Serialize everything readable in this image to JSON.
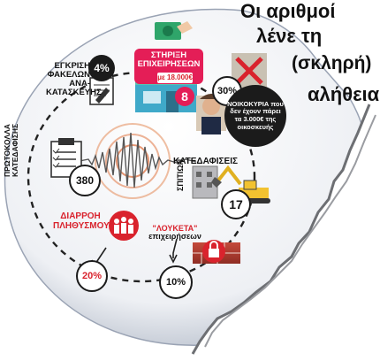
{
  "title": {
    "line1": "Οι αριθμοί",
    "line2": "λένε τη",
    "line3": "(σκληρή)",
    "line4": "αλήθεια"
  },
  "items": {
    "approval": {
      "label_lines": [
        "ΕΓΚΡΙΣΗ",
        "ΦΑΚΕΛΩΝ",
        "ΑΝΑ-",
        "ΚΑΤΑΣΚΕΥΗΣ"
      ],
      "value": "4%"
    },
    "support": {
      "label_lines": [
        "ΣΤΗΡΙΞΗ",
        "ΕΠΙΧΕΙΡΗΣΕΩΝ"
      ],
      "amount": "με 18.000€",
      "value": "8"
    },
    "households": {
      "value": "30%",
      "label_lines": [
        "ΝΟΙΚΟΚΥΡΙΑ που",
        "δεν έχουν πάρει",
        "τα 3.000€ της",
        "οικοσκευής"
      ]
    },
    "protocols": {
      "label_lines": [
        "ΠΡΩΤΟΚΟΛΛΑ",
        "ΚΑΤΕΔΑΦΙΣΗΣ"
      ],
      "value": "380"
    },
    "demolitions": {
      "label_lines": [
        "ΚΑΤΕΔΑΦΙΣΕΙΣ",
        "ΣΠΙΤΙΩΝ"
      ],
      "value": "17"
    },
    "population": {
      "label_lines": [
        "ΔΙΑΡΡΟΗ",
        "ΠΛΗΘΥΣΜΟΥ"
      ],
      "value": "20%"
    },
    "closed": {
      "label_lines": [
        "\"ΛΟΥΚΕΤΑ\"",
        "επιχειρήσεων"
      ],
      "value": "10%"
    }
  },
  "colors": {
    "accent_red": "#d9232d",
    "dark_circle": "#1b1b1b",
    "globe_blue": "#aab3c2"
  },
  "icons": [
    "hand-money-icon",
    "shop-icon",
    "document-icon",
    "clipboard-icon",
    "seismograph-icon",
    "excavator-icon",
    "building-icon",
    "people-icon",
    "padlock-icon",
    "arrow-down-icon",
    "crack-icon",
    "worried-man-icon"
  ]
}
